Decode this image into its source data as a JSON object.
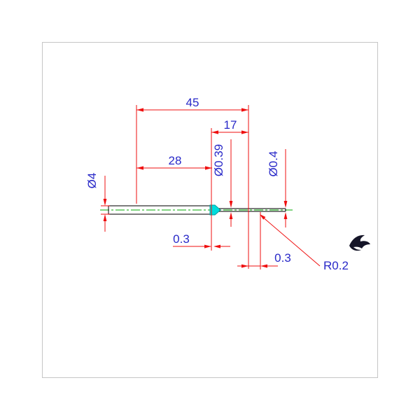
{
  "drawing": {
    "dimensions": {
      "total_length": "45",
      "tip_length": "17",
      "body_length": "28",
      "cone_diameter": "Ø0.39",
      "wire_diameter": "Ø0.4",
      "body_diameter": "Ø4",
      "offset_left": "0.3",
      "offset_right": "0.3",
      "tip_radius": "R0.2"
    },
    "colors": {
      "dimension_line": "#ef0f0f",
      "dimension_text": "#2929c8",
      "centerline": "#00a800",
      "outline": "#2e2e2e",
      "cone_fill": "#00dcdc",
      "cone_stroke": "#00a0a0",
      "frame": "#c6c6c6",
      "logo": "#151528"
    },
    "logo_icon": "bird-logo"
  }
}
